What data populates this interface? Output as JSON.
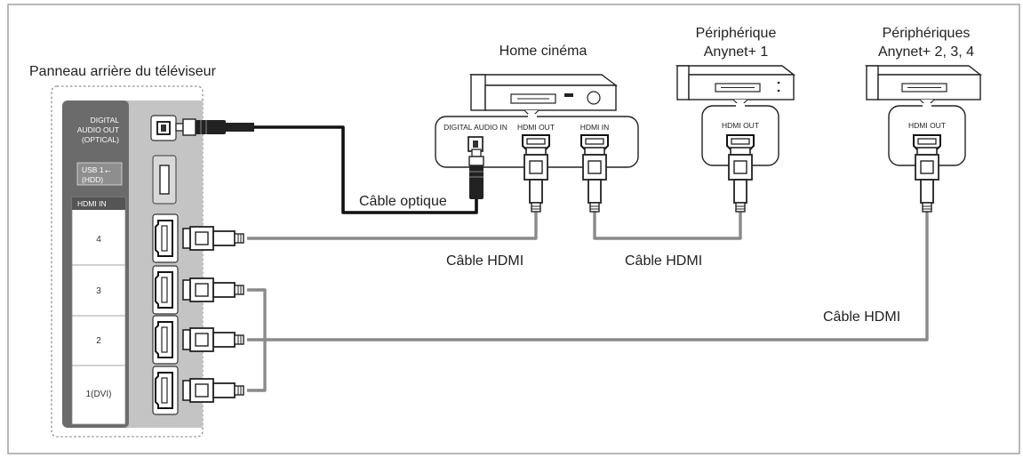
{
  "labels": {
    "tv_panel": "Panneau arrière du téléviseur",
    "home_cinema": "Home cinéma",
    "device1_line1": "Périphérique",
    "device1_line2": "Anynet+ 1",
    "device234_line1": "Périphériques",
    "device234_line2": "Anynet+ 2, 3, 4",
    "cable_optical": "Câble optique",
    "cable_hdmi_1": "Câble HDMI",
    "cable_hdmi_2": "Câble HDMI",
    "cable_hdmi_3": "Câble HDMI"
  },
  "tv": {
    "digital_audio_line1": "DIGITAL",
    "digital_audio_line2": "AUDIO OUT",
    "digital_audio_line3": "(OPTICAL)",
    "usb_line1": "USB 1",
    "usb_line2": "(HDD)",
    "hdmi_in_header": "HDMI IN",
    "hdmi_ports": [
      "4",
      "3",
      "2",
      "1(DVI)"
    ]
  },
  "home_cinema_panel": {
    "digital_audio_in": "DIGITAL AUDIO IN",
    "hdmi_out": "HDMI OUT",
    "hdmi_in": "HDMI IN"
  },
  "device1_port": "HDMI OUT",
  "device234_port": "HDMI OUT",
  "colors": {
    "panel_dark": "#6b6b6b",
    "panel_mid": "#b9b9b9",
    "hdmi_cable": "#8a8a8a",
    "optical_cable": "#111111"
  }
}
